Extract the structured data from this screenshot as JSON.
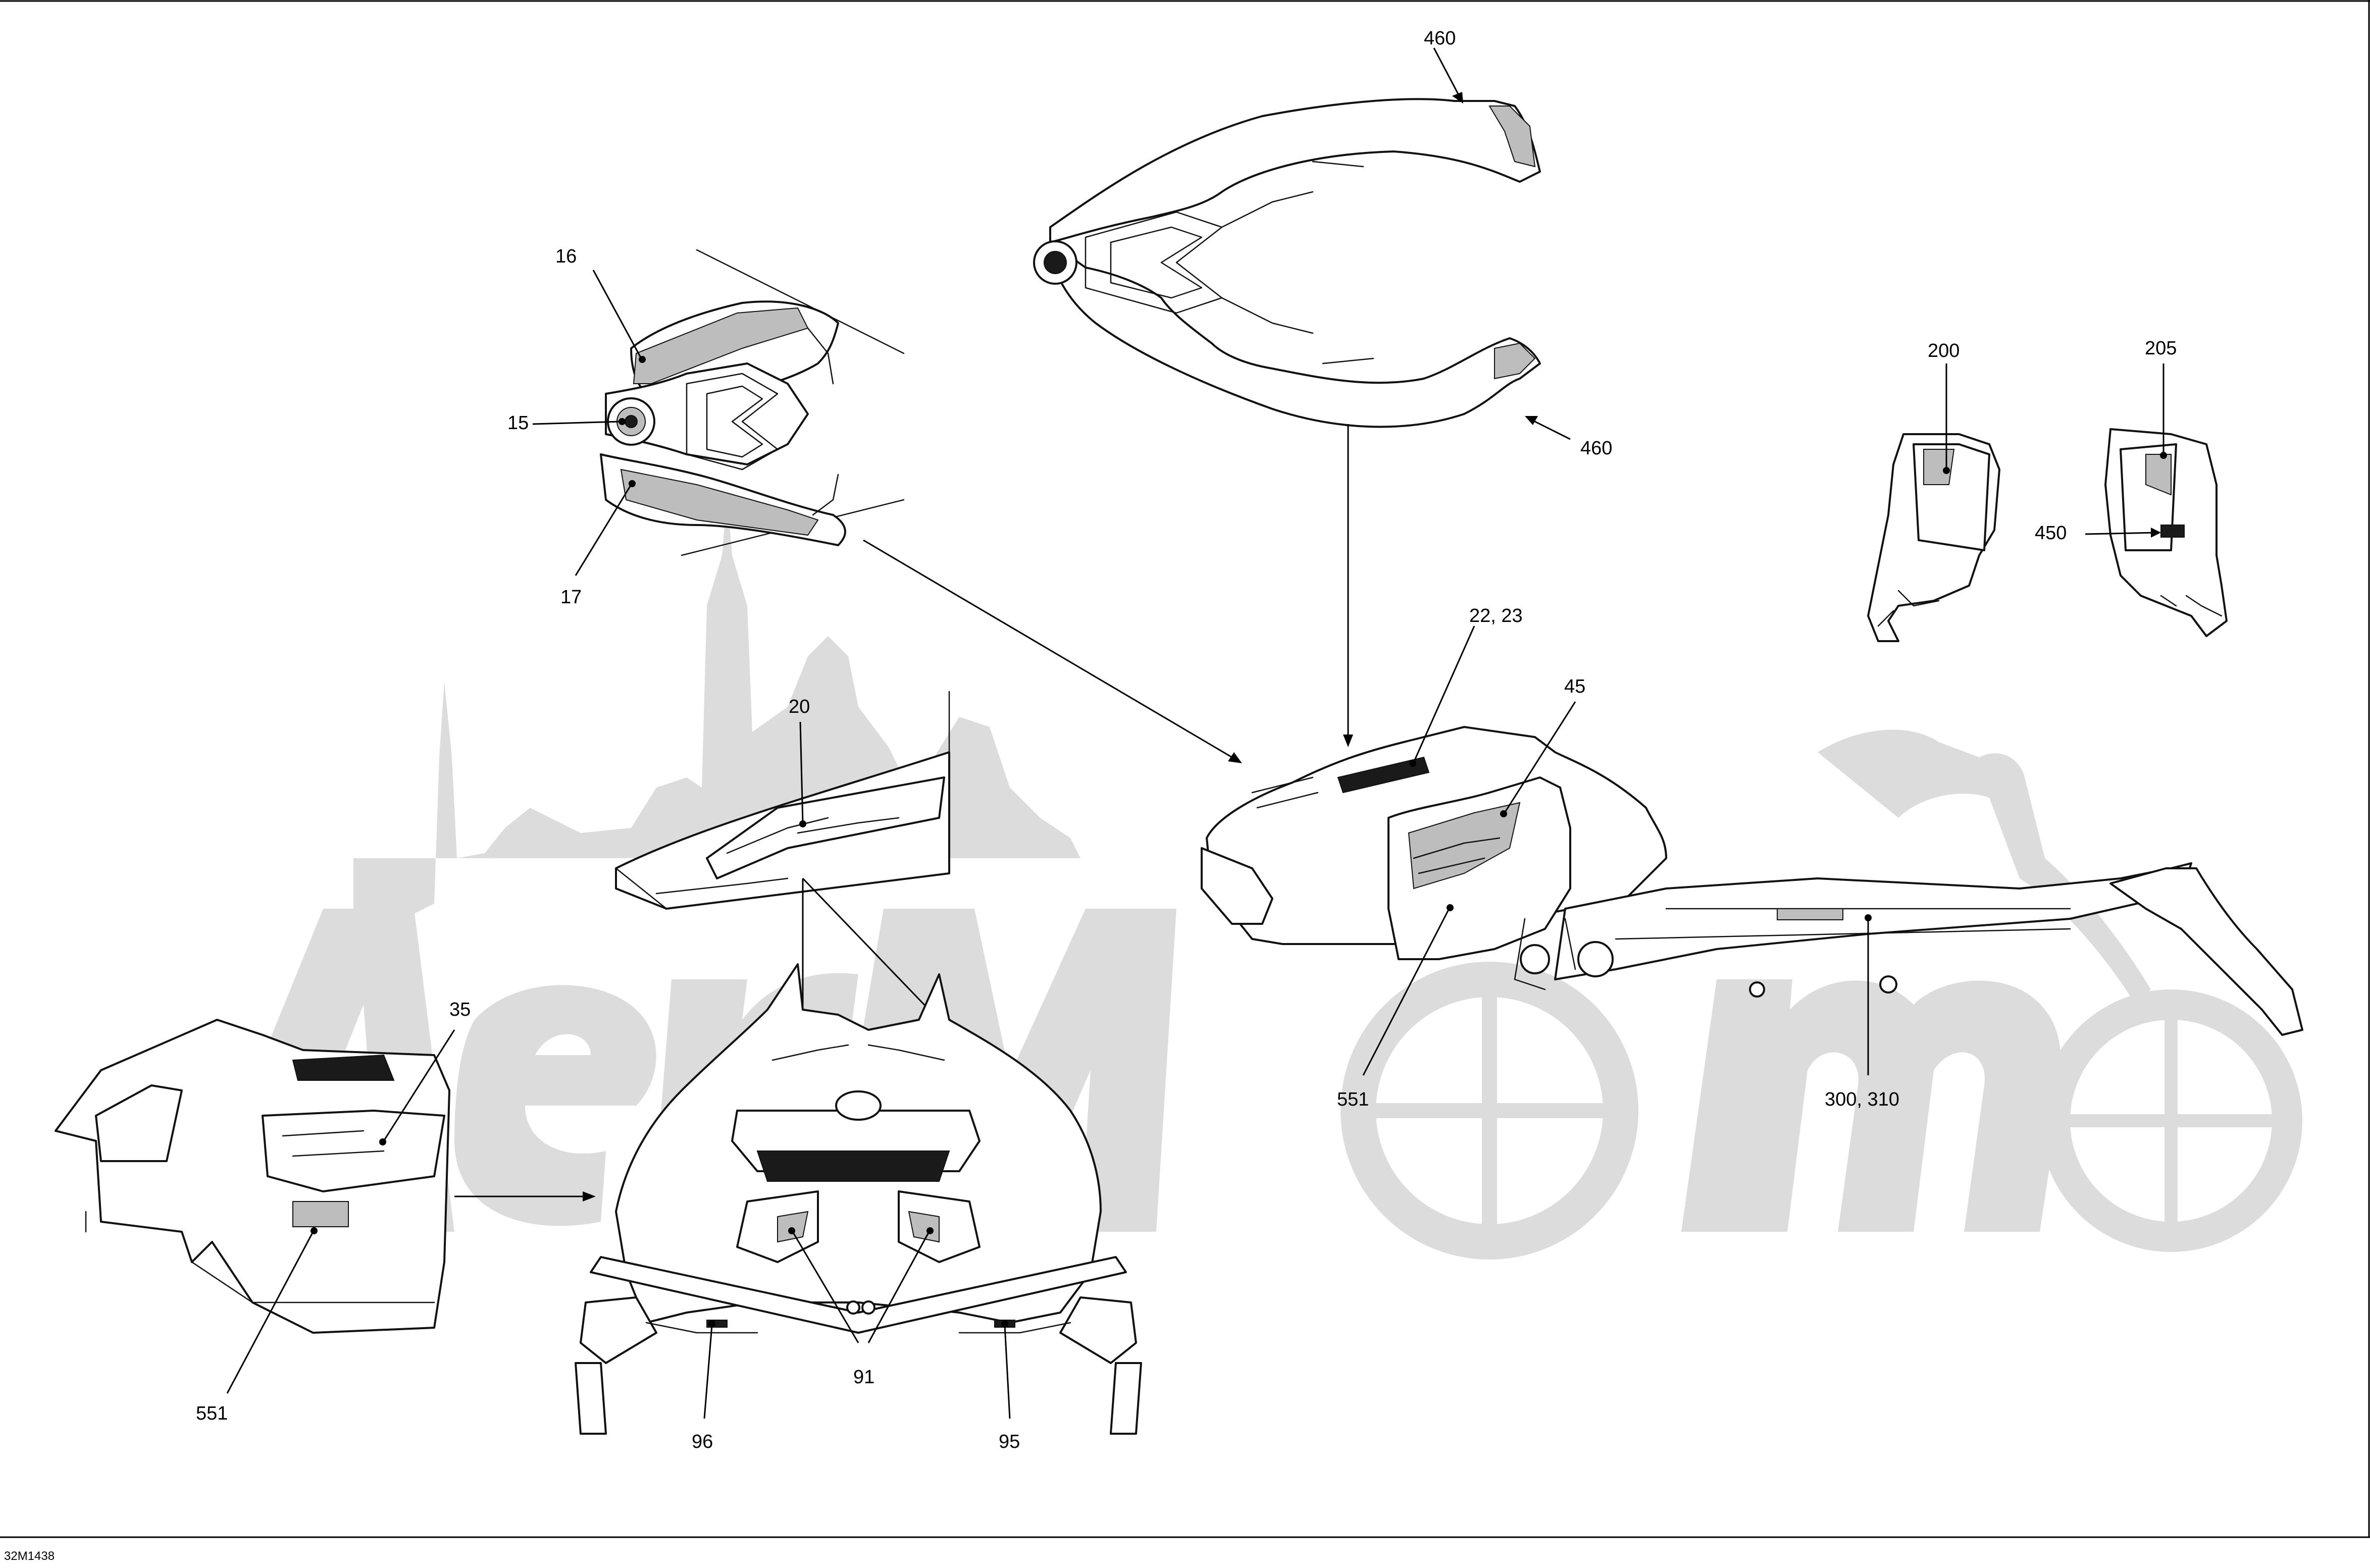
{
  "drawing_ref": "32M1438",
  "callouts": {
    "c460_top": "460",
    "c460_right": "460",
    "c16": "16",
    "c15": "15",
    "c17": "17",
    "c200": "200",
    "c205": "205",
    "c450": "450",
    "c22_23": "22, 23",
    "c45": "45",
    "c20": "20",
    "c35": "35",
    "c551_side": "551",
    "c551_panel": "551",
    "c300_310": "300, 310",
    "c91": "91",
    "c96": "96",
    "c95": "95"
  },
  "watermark_icon": "snowmobile-logo-watermark",
  "colors": {
    "line": "#111111",
    "watermark": "#dcdcdc",
    "background": "#ffffff"
  }
}
